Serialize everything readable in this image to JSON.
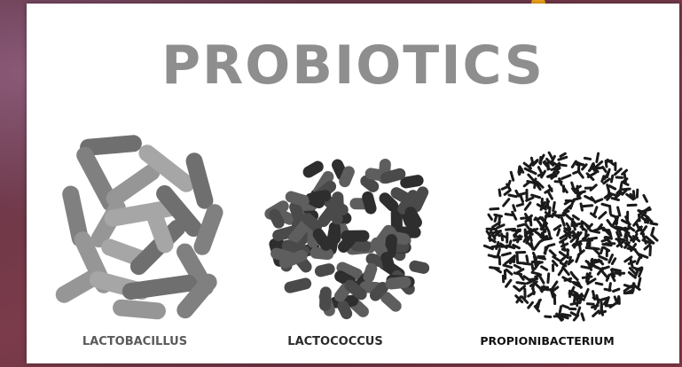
{
  "poster": {
    "title": "PROBIOTICS",
    "labels": [
      "LACTOBACILLUS",
      "LACTOCOCCUS",
      "PROPIONIBACTERIUM"
    ]
  },
  "colors": {
    "title": "#8e8e8e",
    "lactobacillus_rods": [
      "#6f6f6f",
      "#808080",
      "#969696",
      "#a6a6a6"
    ],
    "lactococcus_cells": [
      "#2e2e2e",
      "#4a4a4a",
      "#5e5e5e"
    ],
    "propionibacterium_cells": "#1a1a1a",
    "accent_dot": "#f2a61a"
  }
}
